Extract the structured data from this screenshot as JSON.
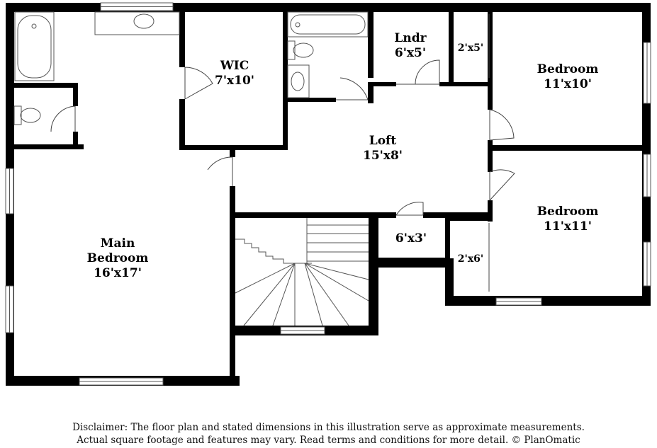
{
  "rooms": {
    "main_bedroom": {
      "line1": "Main",
      "line2": "Bedroom",
      "dims": "16'x17'"
    },
    "wic": {
      "name": "WIC",
      "dims": "7'x10'"
    },
    "laundry": {
      "name": "Lndr",
      "dims": "6'x5'"
    },
    "bedroom_1": {
      "name": "Bedroom",
      "dims": "11'x10'"
    },
    "bedroom_2": {
      "name": "Bedroom",
      "dims": "11'x11'"
    },
    "loft": {
      "name": "Loft",
      "dims": "15'x8'"
    },
    "closet_a": {
      "dims": "2'x5'"
    },
    "closet_b": {
      "dims": "2'x6'"
    },
    "closet_c": {
      "dims": "6'x3'"
    }
  },
  "disclaimer": {
    "line1": "Disclaimer: The floor plan and stated dimensions in this illustration serve as approximate measurements.",
    "line2": "Actual square footage and features may vary. Read terms and conditions for more detail. © PlanOmatic"
  }
}
